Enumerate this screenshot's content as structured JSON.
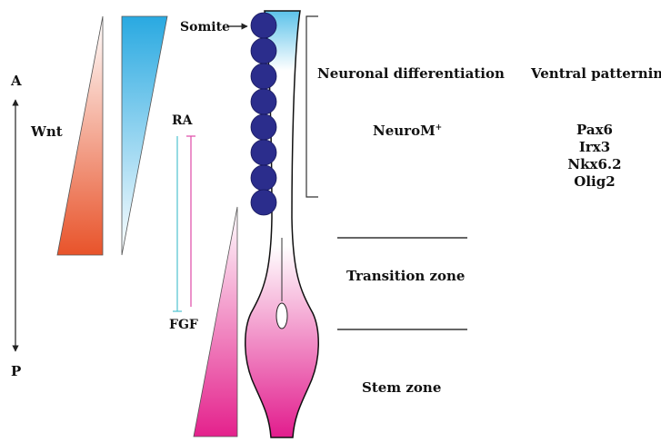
{
  "axis": {
    "anterior_label": "A",
    "posterior_label": "P"
  },
  "gradients": {
    "wnt_label": "Wnt",
    "ra_label": "RA",
    "fgf_label": "FGF"
  },
  "somite_label": "Somite",
  "zones": {
    "neuronal_differentiation": "Neuronal differentiation",
    "neurom": "NeuroM",
    "neurom_superscript": "+",
    "transition_zone": "Transition zone",
    "stem_zone": "Stem zone"
  },
  "ventral_patterning": {
    "title": "Ventral patterning",
    "genes": [
      "Pax6",
      "Irx3",
      "Nkx6.2",
      "Olig2"
    ]
  },
  "colors": {
    "wnt_gradient_strong": "#e8532a",
    "blue_gradient_strong": "#29a9e1",
    "pink_gradient_strong": "#e4218c",
    "somite_fill": "#2b2d8c",
    "ra_line": "#4fc3d0",
    "fgf_line": "#e04aa8"
  }
}
